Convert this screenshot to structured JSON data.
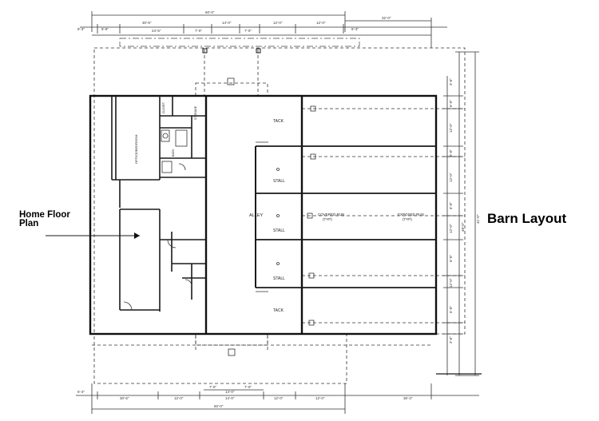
{
  "annotations": {
    "barn_layout": "Barn Layout",
    "home_floor_plan_line1": "Home Floor",
    "home_floor_plan_line2": "Plan"
  },
  "rooms": {
    "alley": "ALLEY",
    "tack_top": "TACK",
    "tack_bottom": "TACK",
    "stall_1": "STALL",
    "stall_2": "STALL",
    "stall_3": "STALL",
    "covered_run": "COVERED RUN",
    "covered_run_sub": "(TYP)",
    "exposed_run": "EXPOSED RUN",
    "exposed_run_sub": "(TYP)",
    "office_bedroom": "OFFICE/BEDROOM",
    "closet": "CLOSET",
    "storage": "STORAGE",
    "bath": "BATH"
  },
  "dimensions": {
    "top_overall": "60'-0\"",
    "top_right": "32'-0\"",
    "top_row": [
      "8'-3\"",
      "6'-6\"",
      "30'-6\"",
      "24'-5\"",
      "7'-0\"",
      "14'-0\"",
      "7'-0\"",
      "12'-0\"",
      "12'-0\"",
      "6'-3\""
    ],
    "bottom_row": [
      "6'-3\"",
      "30'-6\"",
      "12'-0\"",
      "14'-0\"",
      "12'-0\"",
      "12'-0\"",
      "36'-3\""
    ],
    "bottom_inner": [
      "7'-0\"",
      "7'-0\"",
      "14'-0\""
    ],
    "bottom_overall": "60'-0\"",
    "right_col": [
      "3'-6\"",
      "6'-0\"",
      "12'-0\"",
      "6'-0\"",
      "12'-0\"",
      "6'-0\"",
      "12'-0\"",
      "6'-0\"",
      "12'-0\"",
      "5'-0\"",
      "3'-6\""
    ],
    "right_total": "48'-0\"",
    "right_total2": "41'-0\""
  }
}
